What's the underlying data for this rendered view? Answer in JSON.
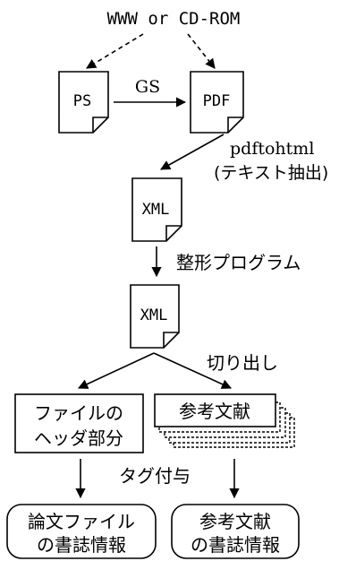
{
  "source": "WWW or CD-ROM",
  "docs": {
    "ps": "PS",
    "pdf": "PDF",
    "xml1": "XML",
    "xml2": "XML"
  },
  "edges": {
    "gs": "GS",
    "pdftohtml": "pdftohtml",
    "text_extraction": "(テキスト抽出)",
    "formatting_program": "整形プログラム",
    "cut_out": "切り出し",
    "tagging": "タグ付与"
  },
  "boxes": {
    "header_line1": "ファイルの",
    "header_line2": "ヘッダ部分",
    "references": "参考文献"
  },
  "outputs": {
    "paper_line1": "論文ファイル",
    "paper_line2": "の書誌情報",
    "ref_line1": "参考文献",
    "ref_line2": "の書誌情報"
  }
}
